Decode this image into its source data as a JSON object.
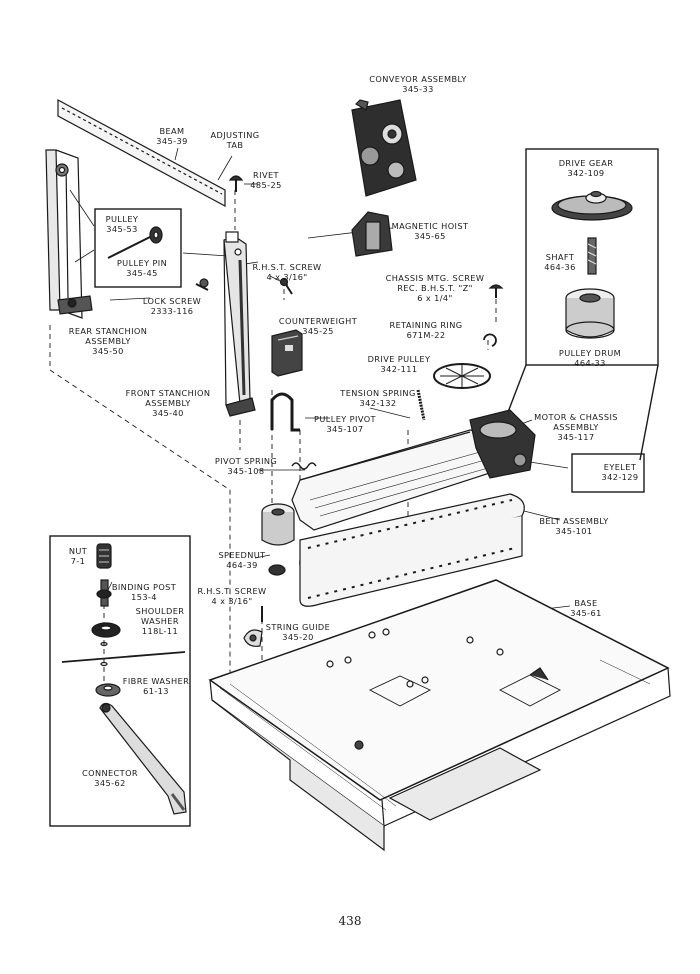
{
  "labels": {
    "conveyor": [
      "CONVEYOR ASSEMBLY",
      "345-33"
    ],
    "beam": [
      "BEAM",
      "345-39"
    ],
    "adjusting_tab": [
      "ADJUSTING",
      "TAB"
    ],
    "rivet": [
      "RIVET",
      "485-25"
    ],
    "pulley": [
      "PULLEY",
      "345-53"
    ],
    "pulley_pin": [
      "PULLEY PIN",
      "345-45"
    ],
    "magnetic_hoist": [
      "MAGNETIC HOIST",
      "345-65"
    ],
    "drive_gear": [
      "DRIVE GEAR",
      "342-109"
    ],
    "rhst_screw_top": [
      "R.H.S.T. SCREW",
      "4 x 3/16\""
    ],
    "chassis_screw": [
      "CHASSIS MTG. SCREW",
      "REC. B.H.S.T. \"Z\"",
      "6 x 1/4\""
    ],
    "shaft": [
      "SHAFT",
      "464-36"
    ],
    "lock_screw": [
      "LOCK SCREW",
      "2333-116"
    ],
    "counterweight": [
      "COUNTERWEIGHT",
      "345-25"
    ],
    "retaining_ring": [
      "RETAINING RING",
      "671M-22"
    ],
    "rear_stanchion": [
      "REAR STANCHION",
      "ASSEMBLY",
      "345-50"
    ],
    "drive_pulley": [
      "DRIVE PULLEY",
      "342-111"
    ],
    "pulley_drum": [
      "PULLEY DRUM",
      "464-33"
    ],
    "front_stanchion": [
      "FRONT STANCHION",
      "ASSEMBLY",
      "345-40"
    ],
    "tension_spring": [
      "TENSION SPRING",
      "342-132"
    ],
    "pulley_pivot": [
      "PULLEY PIVOT",
      "345-107"
    ],
    "motor_chassis": [
      "MOTOR & CHASSIS",
      "ASSEMBLY",
      "345-117"
    ],
    "pivot_spring": [
      "PIVOT SPRING",
      "345-108"
    ],
    "eyelet": [
      "EYELET",
      "342-129"
    ],
    "nut": [
      "NUT",
      "7-1"
    ],
    "belt_assembly": [
      "BELT ASSEMBLY",
      "345-101"
    ],
    "speednut": [
      "SPEEDNUT",
      "464-39"
    ],
    "binding_post": [
      "BINDING POST",
      "153-4"
    ],
    "rhst_screw_bottom": [
      "R.H.S.T. SCREW",
      "4 x 3/16\""
    ],
    "shoulder_washer": [
      "SHOULDER",
      "WASHER",
      "118L-11"
    ],
    "string_guide": [
      "STRING GUIDE",
      "345-20"
    ],
    "base": [
      "BASE",
      "345-61"
    ],
    "fibre_washer": [
      "FIBRE WASHER",
      "61-13"
    ],
    "connector": [
      "CONNECTOR",
      "345-62"
    ]
  },
  "page_number": "438"
}
